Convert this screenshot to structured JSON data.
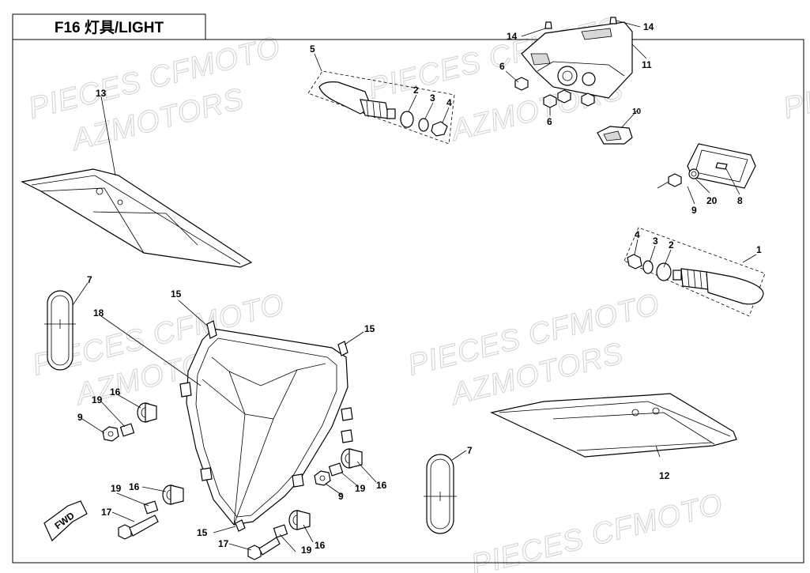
{
  "title": "F16 灯具/LIGHT",
  "watermark": {
    "line1": "PIECES CFMOTO",
    "line2": "AZMOTORS"
  },
  "fwd_label": "FWD",
  "callouts": {
    "c1": "1",
    "c2a": "2",
    "c2b": "2",
    "c3a": "3",
    "c3b": "3",
    "c4a": "4",
    "c4b": "4",
    "c5": "5",
    "c6a": "6",
    "c6b": "6",
    "c7a": "7",
    "c7b": "7",
    "c8": "8",
    "c9a": "9",
    "c9b": "9",
    "c9c": "9",
    "c10": "10",
    "c11": "11",
    "c12": "12",
    "c13": "13",
    "c14a": "14",
    "c14b": "14",
    "c15a": "15",
    "c15b": "15",
    "c15c": "15",
    "c16a": "16",
    "c16b": "16",
    "c16c": "16",
    "c16d": "16",
    "c17a": "17",
    "c17b": "17",
    "c18": "18",
    "c19a": "19",
    "c19b": "19",
    "c19c": "19",
    "c19d": "19",
    "c20": "20"
  }
}
